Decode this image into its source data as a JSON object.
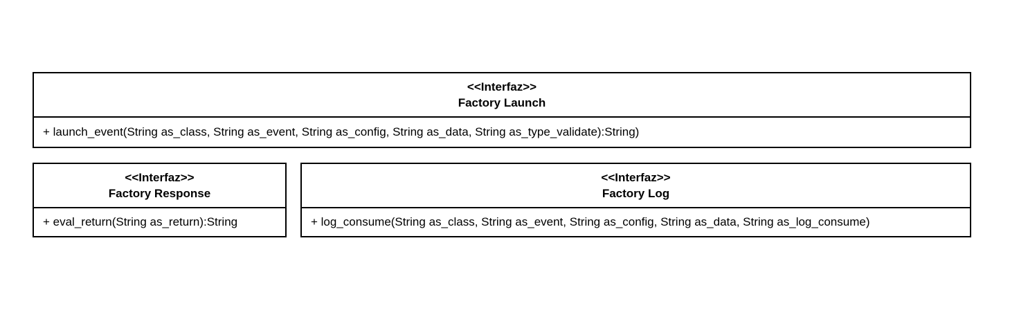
{
  "diagram": {
    "background_color": "#ffffff",
    "border_color": "#000000",
    "text_color": "#000000",
    "interfaces": [
      {
        "stereotype": "<<Interfaz>>",
        "name": "Factory Launch",
        "methods": {
          "0": "+ launch_event(String as_class, String as_event, String as_config, String as_data, String as_type_validate):String)"
        }
      },
      {
        "stereotype": "<<Interfaz>>",
        "name": "Factory Response",
        "methods": {
          "0": "+ eval_return(String as_return):String"
        }
      },
      {
        "stereotype": "<<Interfaz>>",
        "name": "Factory Log",
        "methods": {
          "0": "+ log_consume(String as_class, String as_event, String as_config, String as_data, String as_log_consume)"
        }
      }
    ]
  }
}
